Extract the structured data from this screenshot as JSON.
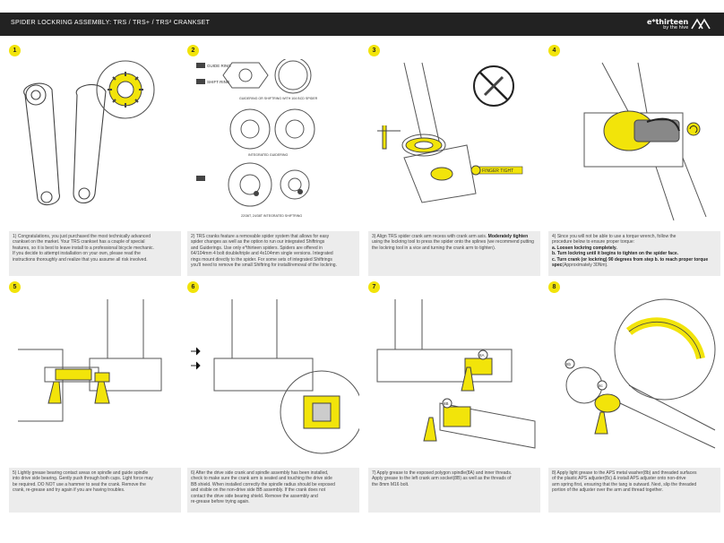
{
  "header": {
    "title": "SPIDER LOCKRING ASSEMBLY:  TRS / TRS+ / TRS²  CRANKSET",
    "logo": "e*thirteen",
    "logo_sub": "by the hive"
  },
  "colors": {
    "accent": "#f2e40a",
    "header_bg": "#222222",
    "caption_bg": "#ececec"
  },
  "panels": [
    {
      "num": "1",
      "caption": "1) Congratulations, you just purchased the most technically advanced\ncrankset on the market. Your TRS crankset has a couple of special\nfeatures, so it is best to leave install to a professional bicycle mechanic.\nIf you decide to attempt installation on your own, please read the\ninstructions thoroughly and realize that you assume all risk involved."
    },
    {
      "num": "2",
      "caption": "2) TRS cranks feature a removable spider system that allows for easy\nspider changes as well as the option to run our integrated Shiftrings\nand Guiderings.  Use only e*thirteen spiders.  Spiders are offered in\n64/104mm 4 bolt double/triple and 4x104mm single versions. Integrated\nrings mount directly to the spider. For some sets of integrated Shiftrings\nyou'll need to remove the small Shiftring for install/removal of the lockring.",
      "labels": {
        "guide_ring": "GUIDE RING",
        "shift_ring": "SHIFT RING",
        "caption_a": "GUIDERING OR SHIFTRING WITH 104 BCD SPIDER",
        "caption_b": "INTEGRATED GUIDERING",
        "caption_c": "22/36T, 24/38T INTEGRATED SHIFTRING"
      }
    },
    {
      "num": "3",
      "caption_pre": "3) Align TRS spider crank arm recess with crank arm axis. ",
      "caption_bold": "Moderately tighten",
      "caption_post": " using the lockring tool to press the spider onto the splines (we recommend putting the lockring tool in a vice and turning the crank arm to tighten).",
      "label": "FINGER TIGHT"
    },
    {
      "num": "4",
      "caption_intro": "4) Since you will not be able to use a torque wrench, follow the\nprocedure below to ensure proper torque:",
      "step_a": "a. Loosen lockring completely.",
      "step_b": "b. Turn lockring until it begins to tighten on the spider face.",
      "step_c": "c. Turn crank (or lockring) 90 degrees from step b. to reach proper torque spec",
      "step_c_note": "(Approximately 30Nm)."
    },
    {
      "num": "5",
      "caption": "5) Lightly grease bearing contact areas on spindle and guide spindle\ninto drive side bearing. Gently push through both cups. Light force may\nbe required. DO NOT use a hammer to seat the crank. Remove the\ncrank, re-grease and try again if you are having troubles."
    },
    {
      "num": "6",
      "caption": "6) After the drive side crank and spindle assembly has been installed,\ncheck to make sure the crank arm is seated and touching the drive side\nBB shield. When installed correctly the spindle radius should be exposed\nand visible on the non-drive side BB assembly.  If the crank does not\ncontact the drive side bearing shield. Remove the assembly and\nre-grease before trying again."
    },
    {
      "num": "7",
      "caption": "7) Apply grease to the exposed polygon spindle(8A) and inner threads.\nApply grease to the left crank arm socket(8B) as well as the threads of\nthe 8mm M16 bolt.",
      "labels": [
        "8A",
        "8B"
      ]
    },
    {
      "num": "8",
      "caption": "8) Apply light grease to the APS metal washer(8b) and threaded surfaces\nof the plastic APS adjuster(8c) & install APS adjuster onto non-drive\narm spring first, ensuring that the tang is outward. Next, slip the threaded\nportion of the adjuster over the arm and thread together.",
      "labels": [
        "8b",
        "8c"
      ]
    }
  ]
}
